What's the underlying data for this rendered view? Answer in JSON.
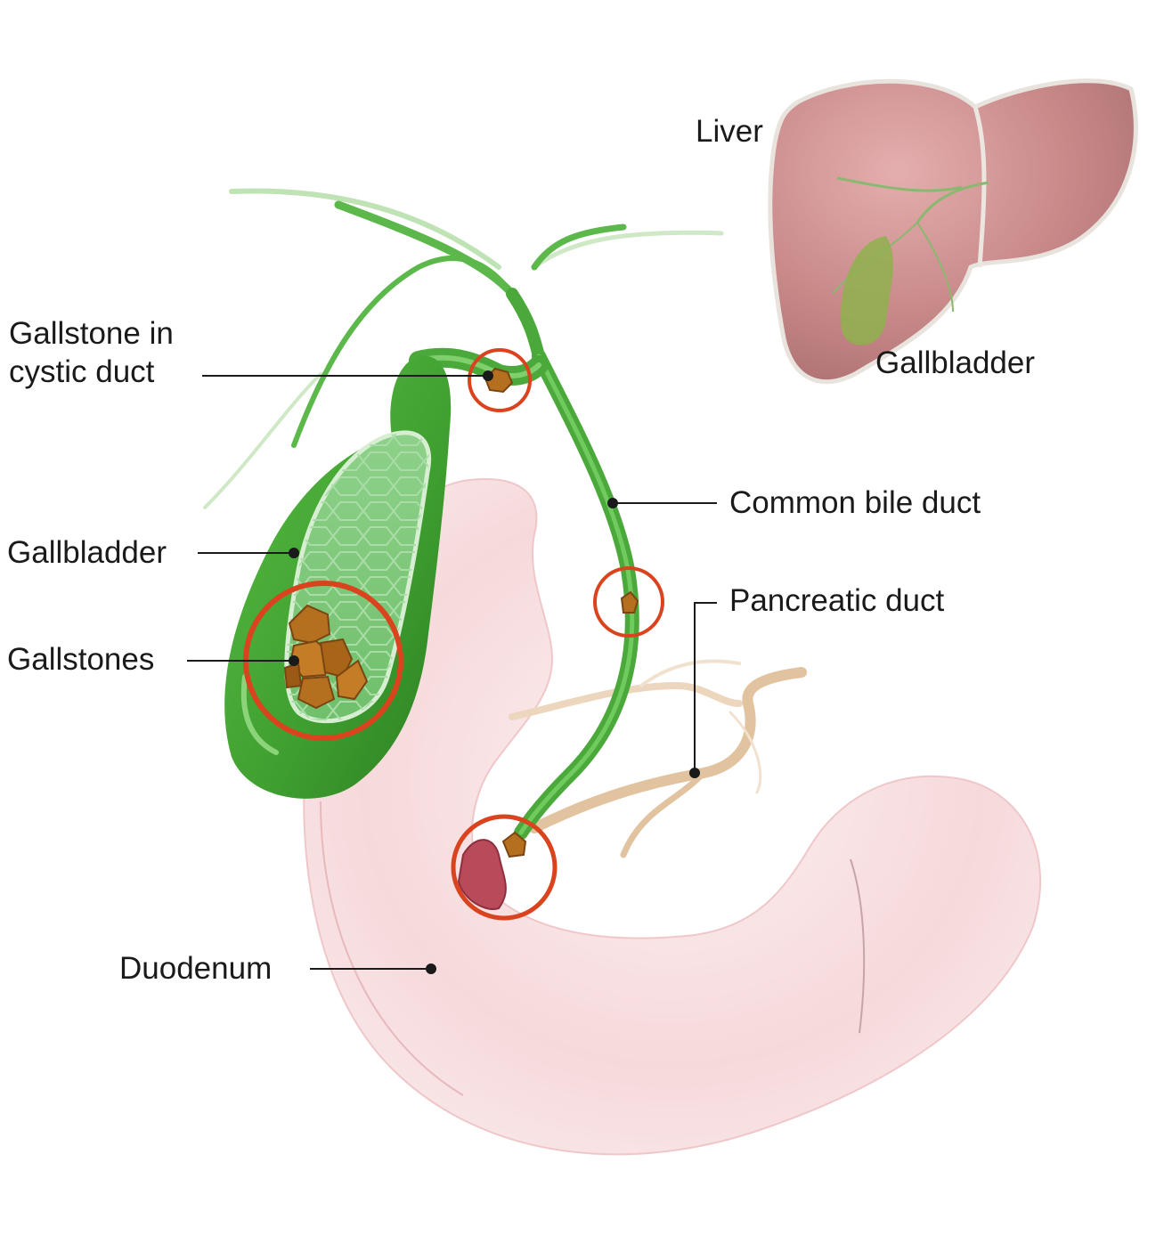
{
  "labels": {
    "liver": "Liver",
    "gallbladder_inset": "Gallbladder",
    "gallstone_cystic_line1": "Gallstone in",
    "gallstone_cystic_line2": "cystic duct",
    "common_bile_duct": "Common bile duct",
    "gallbladder": "Gallbladder",
    "pancreatic_duct": "Pancreatic duct",
    "gallstones": "Gallstones",
    "duodenum": "Duodenum"
  },
  "colors": {
    "bile_green": "#4caf3a",
    "bile_green_dark": "#2e8b24",
    "liver": "#c98a8a",
    "duodenum": "#f4d6d8",
    "highlight_ring": "#d9441f",
    "stone": "#b5701f",
    "pancreatic": "#e6caa6",
    "leader": "#1a1a1a"
  }
}
